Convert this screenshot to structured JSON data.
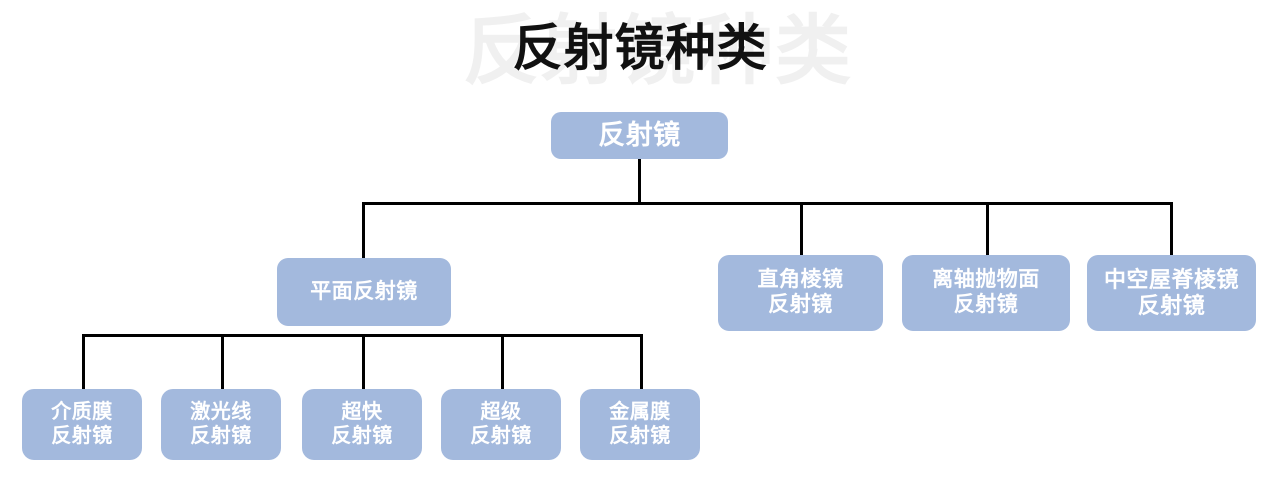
{
  "page": {
    "title": "反射镜种类",
    "watermark": "反射镜种类",
    "background_color": "#ffffff",
    "node_fill_color": "#a3b9dd",
    "node_text_color": "#ffffff",
    "connector_color": "#000000",
    "title_color": "#111111",
    "watermark_color": "#f0f0f0"
  },
  "tree": {
    "root": {
      "label": "反射镜"
    },
    "level2": [
      {
        "label": "平面反射镜"
      },
      {
        "label": "直角棱镜\n反射镜"
      },
      {
        "label": "离轴抛物面\n反射镜"
      },
      {
        "label": "中空屋脊棱镜\n反射镜"
      }
    ],
    "level3": [
      {
        "label": "介质膜\n反射镜"
      },
      {
        "label": "激光线\n反射镜"
      },
      {
        "label": "超快\n反射镜"
      },
      {
        "label": "超级\n反射镜"
      },
      {
        "label": "金属膜\n反射镜"
      }
    ]
  }
}
